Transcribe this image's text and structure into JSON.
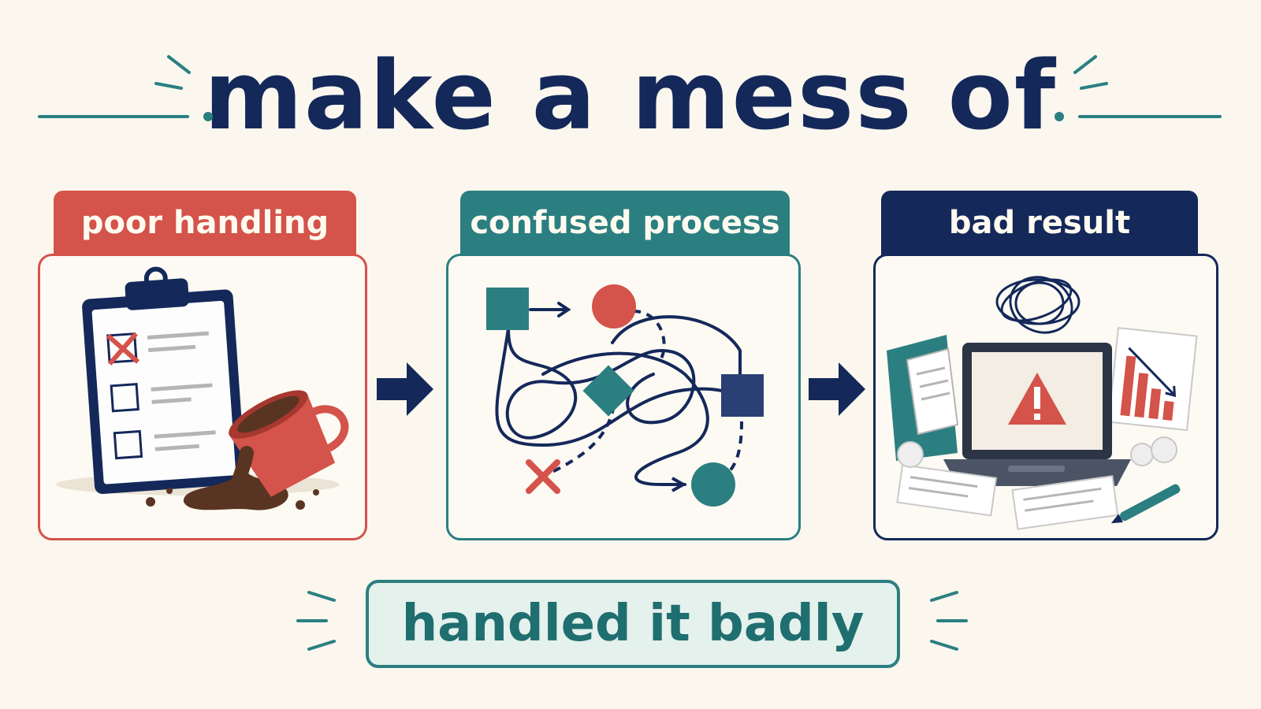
{
  "title": "make a mess of",
  "steps": [
    {
      "label": "poor handling",
      "icon": "clipboard-spilled-coffee-icon"
    },
    {
      "label": "confused process",
      "icon": "tangled-flowchart-icon"
    },
    {
      "label": "bad result",
      "icon": "broken-laptop-warning-icon"
    }
  ],
  "summary": "handled it badly",
  "colors": {
    "background": "#fbf7ee",
    "navy": "#14285a",
    "red": "#d4534a",
    "teal": "#2b7f81",
    "summary_fill": "#e4f1ec",
    "coffee": "#5a3422"
  }
}
